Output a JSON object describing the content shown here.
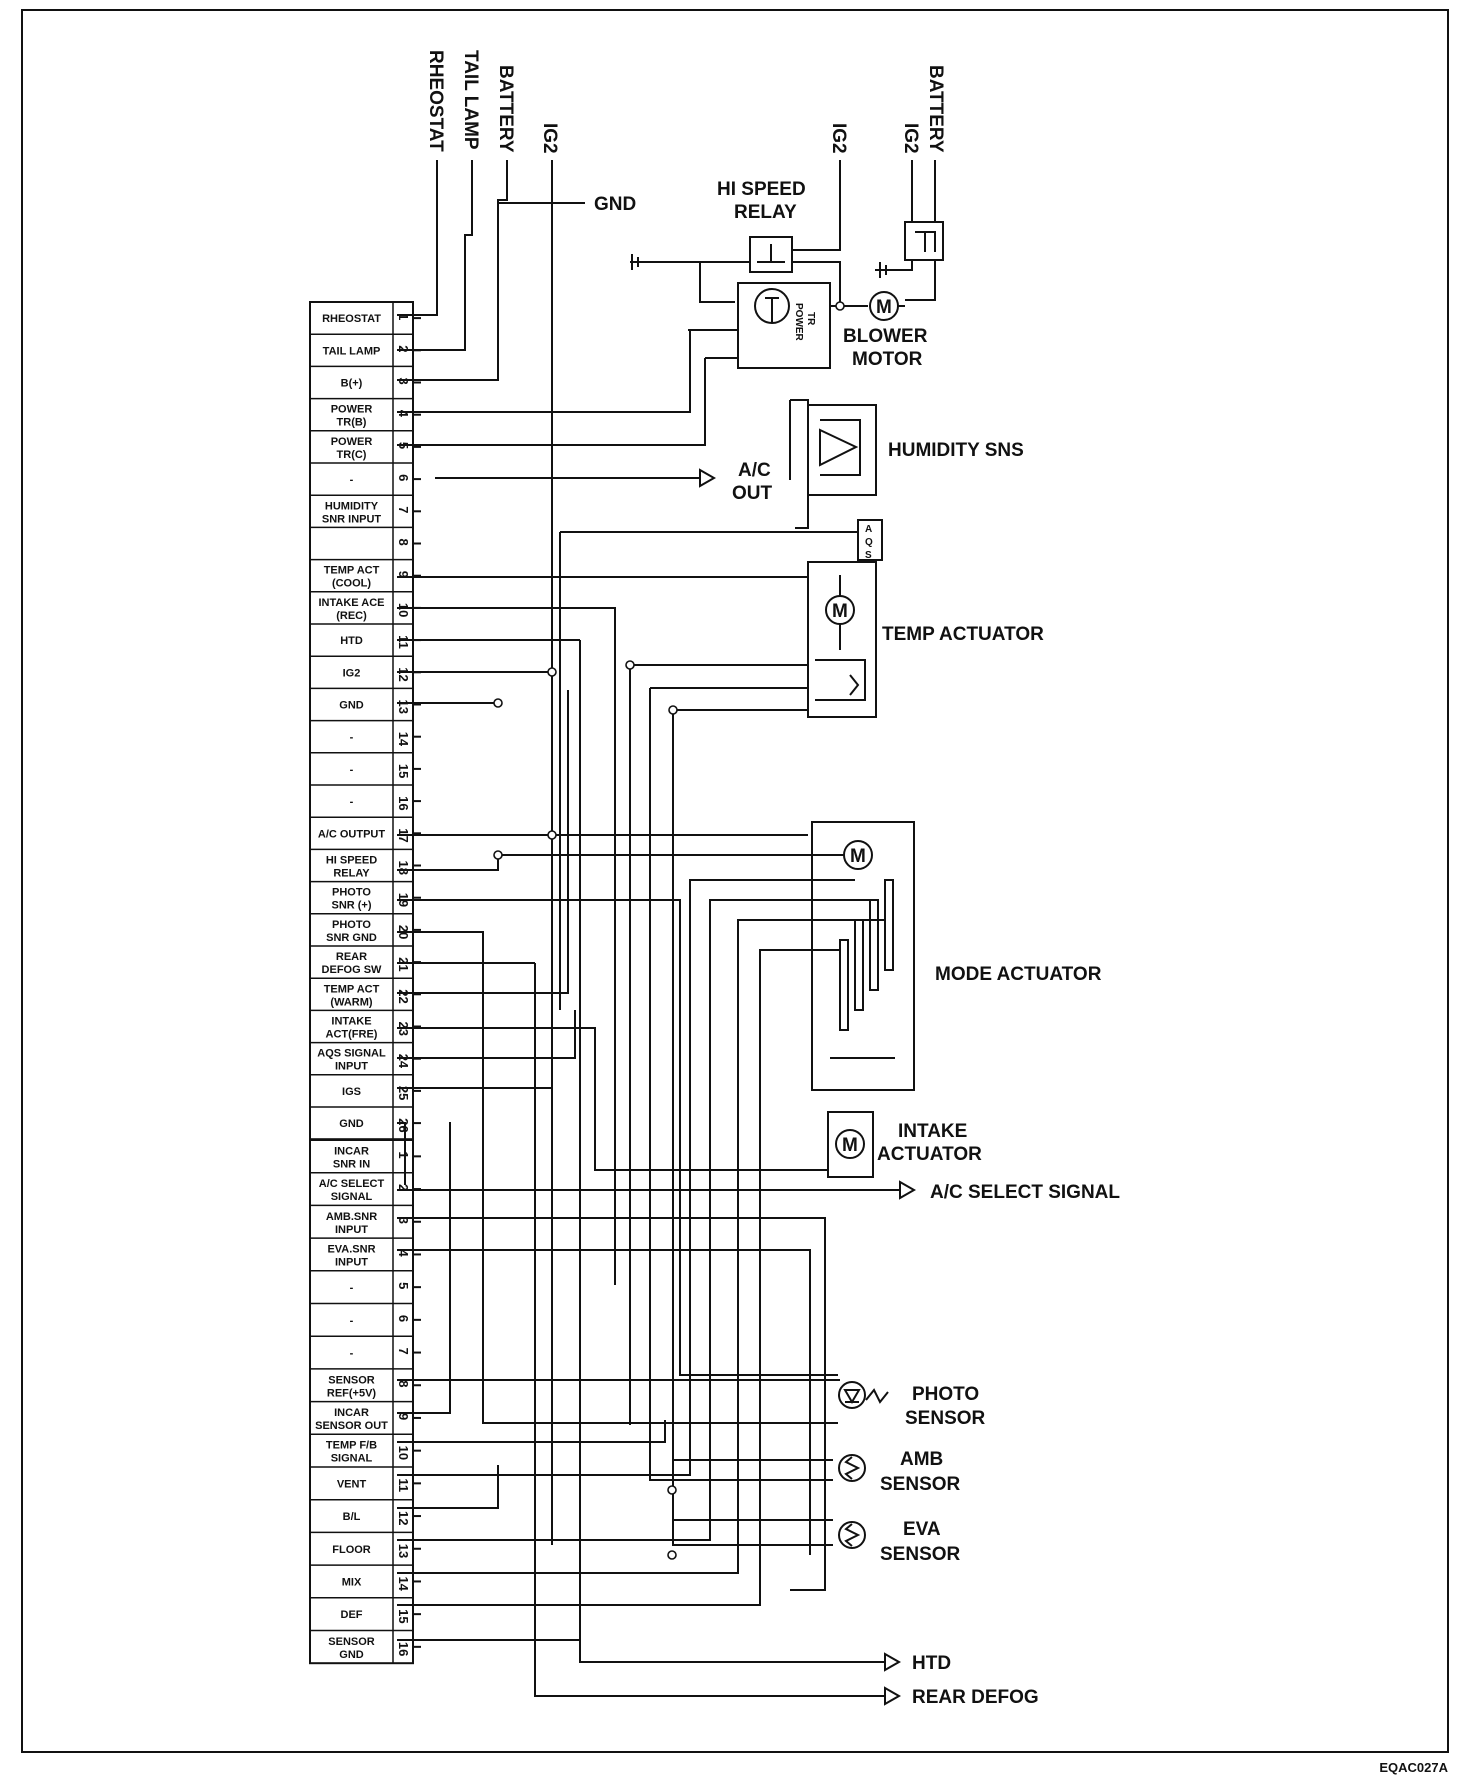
{
  "connector_a": {
    "pins": [
      {
        "num": "1",
        "name": [
          "RHEOSTAT"
        ]
      },
      {
        "num": "2",
        "name": [
          "TAIL LAMP"
        ]
      },
      {
        "num": "3",
        "name": [
          "B(+)"
        ]
      },
      {
        "num": "4",
        "name": [
          "POWER",
          "TR(B)"
        ]
      },
      {
        "num": "5",
        "name": [
          "POWER",
          "TR(C)"
        ]
      },
      {
        "num": "6",
        "name": [
          "-"
        ]
      },
      {
        "num": "7",
        "name": [
          "HUMIDITY",
          "SNR INPUT"
        ]
      },
      {
        "num": "8",
        "name": [
          ""
        ]
      },
      {
        "num": "9",
        "name": [
          "TEMP ACT",
          "(COOL)"
        ]
      },
      {
        "num": "10",
        "name": [
          "INTAKE ACE",
          "(REC)"
        ]
      },
      {
        "num": "11",
        "name": [
          "HTD"
        ]
      },
      {
        "num": "12",
        "name": [
          "IG2"
        ]
      },
      {
        "num": "13",
        "name": [
          "GND"
        ]
      },
      {
        "num": "14",
        "name": [
          "-"
        ]
      },
      {
        "num": "15",
        "name": [
          "-"
        ]
      },
      {
        "num": "16",
        "name": [
          "-"
        ]
      },
      {
        "num": "17",
        "name": [
          "A/C OUTPUT"
        ]
      },
      {
        "num": "18",
        "name": [
          "HI SPEED",
          "RELAY"
        ]
      },
      {
        "num": "19",
        "name": [
          "PHOTO",
          "SNR (+)"
        ]
      },
      {
        "num": "20",
        "name": [
          "PHOTO",
          "SNR GND"
        ]
      },
      {
        "num": "21",
        "name": [
          "REAR",
          "DEFOG SW"
        ]
      },
      {
        "num": "22",
        "name": [
          "TEMP ACT",
          "(WARM)"
        ]
      },
      {
        "num": "23",
        "name": [
          "INTAKE",
          "ACT(FRE)"
        ]
      },
      {
        "num": "24",
        "name": [
          "AQS SIGNAL",
          "INPUT"
        ]
      },
      {
        "num": "25",
        "name": [
          "IGS"
        ]
      },
      {
        "num": "26",
        "name": [
          "GND"
        ]
      }
    ]
  },
  "connector_b": {
    "pins": [
      {
        "num": "1",
        "name": [
          "INCAR",
          "SNR IN"
        ]
      },
      {
        "num": "2",
        "name": [
          "A/C SELECT",
          "SIGNAL"
        ]
      },
      {
        "num": "3",
        "name": [
          "AMB.SNR",
          "INPUT"
        ]
      },
      {
        "num": "4",
        "name": [
          "EVA.SNR",
          "INPUT"
        ]
      },
      {
        "num": "5",
        "name": [
          "-"
        ]
      },
      {
        "num": "6",
        "name": [
          "-"
        ]
      },
      {
        "num": "7",
        "name": [
          "-"
        ]
      },
      {
        "num": "8",
        "name": [
          "SENSOR",
          "REF(+5V)"
        ]
      },
      {
        "num": "9",
        "name": [
          "INCAR",
          "SENSOR OUT"
        ]
      },
      {
        "num": "10",
        "name": [
          "TEMP F/B",
          "SIGNAL"
        ]
      },
      {
        "num": "11",
        "name": [
          "VENT"
        ]
      },
      {
        "num": "12",
        "name": [
          "B/L"
        ]
      },
      {
        "num": "13",
        "name": [
          "FLOOR"
        ]
      },
      {
        "num": "14",
        "name": [
          "MIX"
        ]
      },
      {
        "num": "15",
        "name": [
          "DEF"
        ]
      },
      {
        "num": "16",
        "name": [
          "SENSOR",
          "GND"
        ]
      }
    ]
  },
  "top_labels": {
    "rheostat": "RHEOSTAT",
    "tail_lamp": "TAIL LAMP",
    "battery": "BATTERY",
    "ig2_a": "IG2",
    "ig2_b": "IG2",
    "ig2_c": "IG2",
    "battery_b": "BATTERY"
  },
  "components": {
    "gnd": "GND",
    "hi_speed_relay": [
      "HI SPEED",
      "RELAY"
    ],
    "power_tr": [
      "POWER",
      "TR"
    ],
    "motor_m": "M",
    "blower_motor": [
      "BLOWER",
      "MOTOR"
    ],
    "humidity_sns": "HUMIDITY SNS",
    "ac_out": [
      "A/C",
      "OUT"
    ],
    "aqs": [
      "A",
      "Q",
      "S"
    ],
    "temp_actuator": "TEMP ACTUATOR",
    "mode_actuator": "MODE ACTUATOR",
    "intake_actuator": [
      "INTAKE",
      "ACTUATOR"
    ],
    "ac_select_signal": "A/C SELECT SIGNAL",
    "photo_sensor": [
      "PHOTO",
      "SENSOR"
    ],
    "amb_sensor": [
      "AMB",
      "SENSOR"
    ],
    "eva_sensor": [
      "EVA",
      "SENSOR"
    ],
    "htd": "HTD",
    "rear_defog": "REAR DEFOG"
  },
  "figure_code": "EQAC027A"
}
